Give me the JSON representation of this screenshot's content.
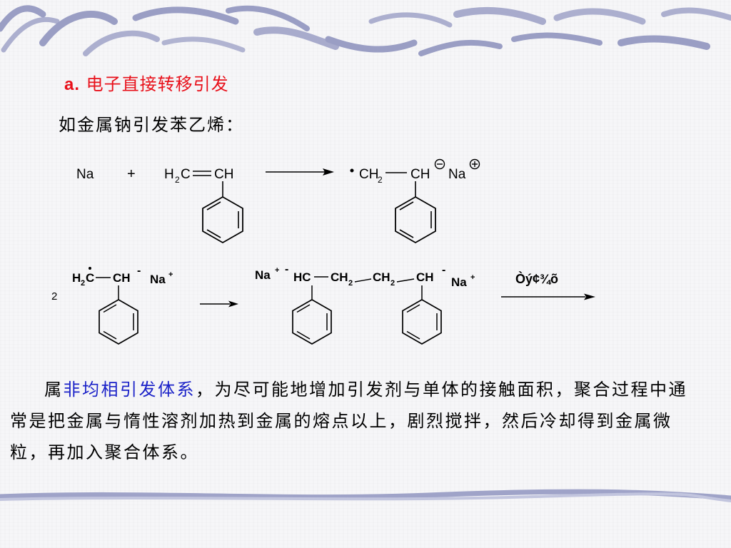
{
  "slide": {
    "heading_letter": "a.",
    "heading_text": "电子直接转移引发",
    "intro": "如金属钠引发苯乙烯：",
    "reaction1": {
      "reactant_na": "Na",
      "plus": "+",
      "monomer_h2": "H",
      "monomer_sub2": "2",
      "monomer_c": "C",
      "monomer_ch": "CH",
      "product_ch2": "CH",
      "product_sub2": "2",
      "product_ch": "CH",
      "product_na": "Na"
    },
    "reaction2": {
      "coefficient": "2",
      "left_h2": "H",
      "left_sub2": "2",
      "left_c": "C",
      "left_ch": "CH",
      "left_minus": "-",
      "left_na": "Na",
      "left_plus": "+",
      "mid_na1": "Na",
      "mid_plus1": "+",
      "mid_minus1": "-",
      "mid_hc": "HC",
      "mid_ch2a": "CH",
      "mid_sub_a": "2",
      "mid_ch2b": "CH",
      "mid_sub_b": "2",
      "mid_ch": "CH",
      "mid_minus2": "-",
      "mid_na2": "Na",
      "mid_plus2": "+",
      "arrow_label": "Òý¢¾õ"
    },
    "paragraph": {
      "prefix": "属",
      "highlight": "非均相引发体系",
      "rest": "，为尽可能地增加引发剂与单体的接触面积，聚合过程中通常是把金属与惰性溶剂加热到金属的熔点以上，剧烈搅拌，然后冷却得到金属微粒，再加入聚合体系。"
    }
  },
  "colors": {
    "heading": "#e8101a",
    "highlight": "#1b22c8",
    "text": "#000000",
    "band": "#8a8fb8"
  }
}
